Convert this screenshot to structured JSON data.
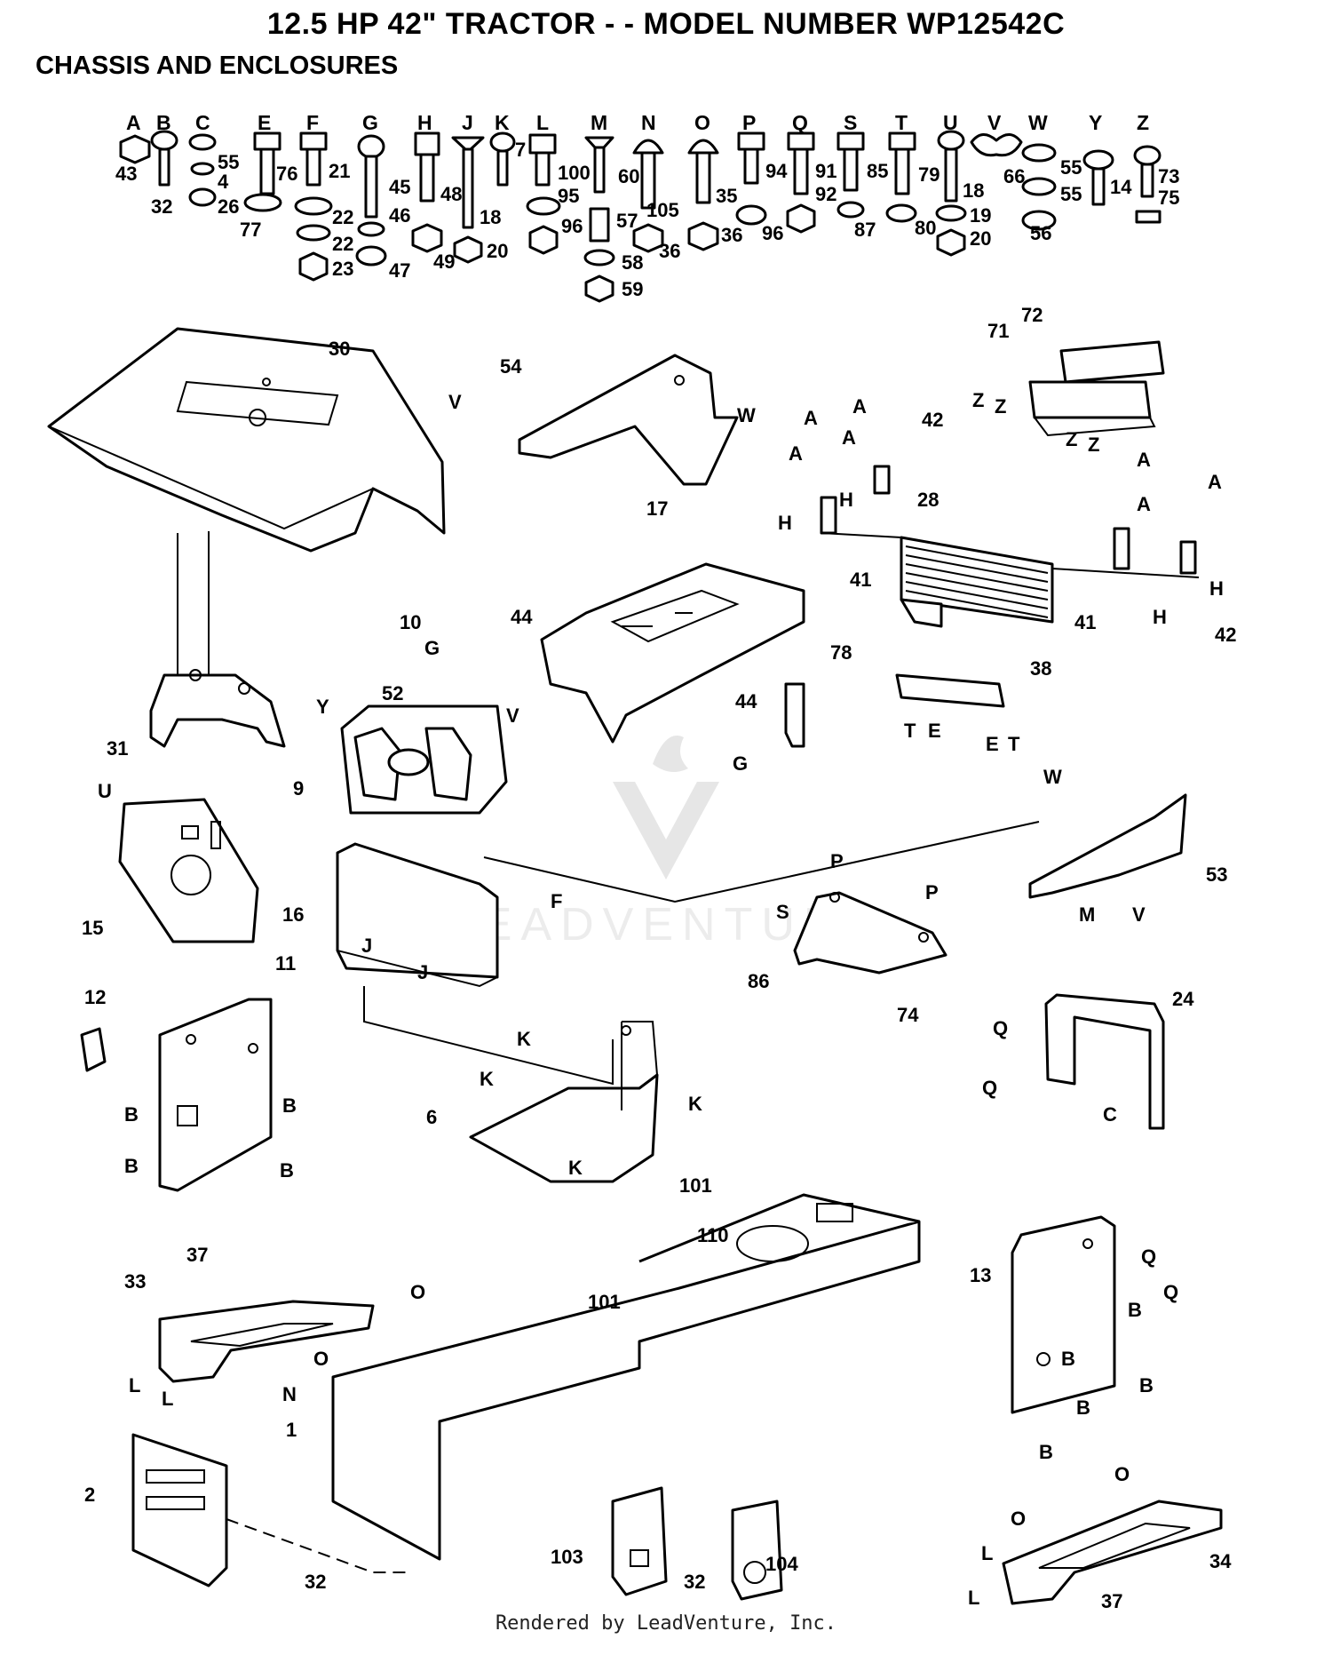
{
  "title": "12.5 HP 42\" TRACTOR - - MODEL NUMBER WP12542C",
  "subtitle": "CHASSIS AND ENCLOSURES",
  "footer": "Rendered by LeadVenture, Inc.",
  "watermark": "LEADVENTURE",
  "hardware_letters": [
    "A",
    "B",
    "C",
    "E",
    "F",
    "G",
    "H",
    "J",
    "K",
    "L",
    "M",
    "N",
    "O",
    "P",
    "Q",
    "S",
    "T",
    "U",
    "V",
    "W",
    "Y",
    "Z"
  ],
  "hardware_numbers": [
    "43",
    "32",
    "55",
    "4",
    "26",
    "76",
    "77",
    "21",
    "22",
    "22",
    "23",
    "45",
    "46",
    "47",
    "48",
    "49",
    "18",
    "20",
    "7",
    "100",
    "95",
    "96",
    "60",
    "57",
    "58",
    "59",
    "105",
    "35",
    "36",
    "36",
    "94",
    "96",
    "91",
    "92",
    "85",
    "87",
    "79",
    "80",
    "18",
    "19",
    "20",
    "66",
    "55",
    "55",
    "56",
    "14",
    "73",
    "75"
  ],
  "callouts": [
    "30",
    "54",
    "72",
    "71",
    "42",
    "17",
    "28",
    "41",
    "41",
    "42",
    "10",
    "44",
    "52",
    "78",
    "38",
    "31",
    "9",
    "44",
    "53",
    "15",
    "16",
    "74",
    "11",
    "12",
    "86",
    "24",
    "6",
    "101",
    "110",
    "101",
    "13",
    "33",
    "37",
    "1",
    "2",
    "32",
    "103",
    "32",
    "104",
    "37",
    "34"
  ],
  "ref_letters": [
    "V",
    "W",
    "Z",
    "Z",
    "Z",
    "Z",
    "A",
    "A",
    "A",
    "A",
    "H",
    "H",
    "A",
    "A",
    "A",
    "H",
    "H",
    "G",
    "V",
    "Y",
    "U",
    "T",
    "E",
    "E",
    "T",
    "G",
    "W",
    "F",
    "M",
    "V",
    "P",
    "P",
    "S",
    "J",
    "J",
    "K",
    "K",
    "K",
    "K",
    "Q",
    "Q",
    "C",
    "B",
    "B",
    "B",
    "B",
    "Q",
    "Q",
    "B",
    "B",
    "B",
    "B",
    "B",
    "O",
    "O",
    "L",
    "L",
    "N",
    "O",
    "O",
    "L",
    "L"
  ]
}
